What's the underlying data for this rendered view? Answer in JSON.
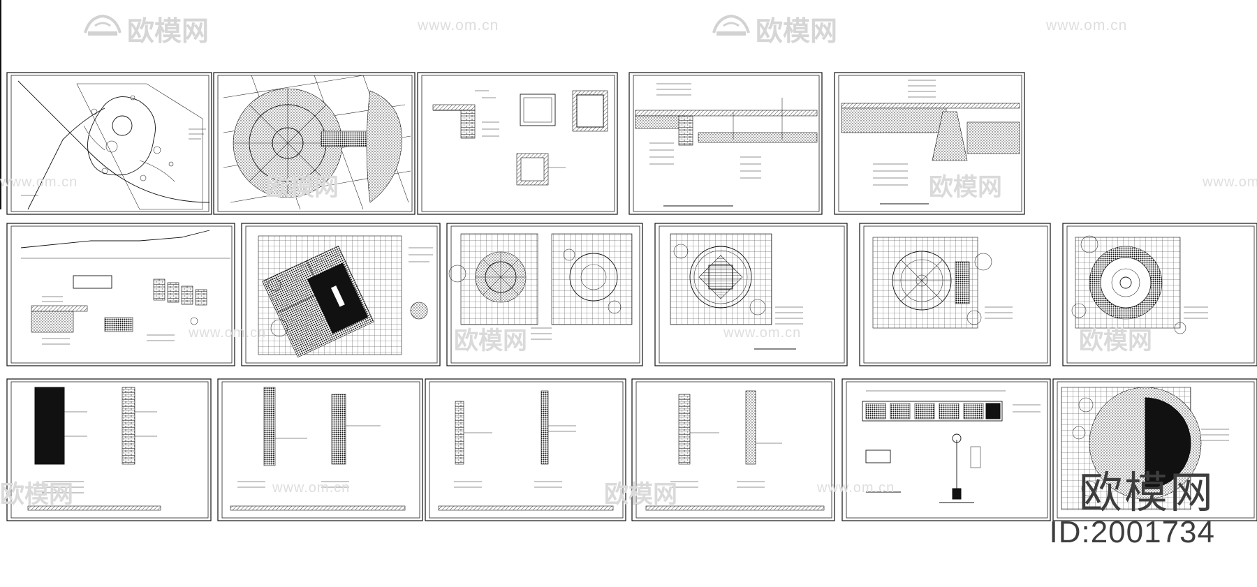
{
  "watermark": {
    "brand": "欧模网",
    "url": "www.om.cn"
  },
  "stamp": {
    "brand": "欧模网",
    "id_label": "ID:2001734"
  },
  "drawing_set": {
    "sheet_count": 17,
    "rows": [
      [
        "site-plan",
        "paving-plan-radial",
        "section-details",
        "edge-section",
        "wall-section"
      ],
      [
        "long-section",
        "plaza-plan-rotated",
        "circle-paving-pair",
        "circle-paving-square",
        "circle-paving-spoke",
        "circle-paving-ring"
      ],
      [
        "column-solid",
        "column-pair",
        "column-lattice",
        "column-brick",
        "lamp-elevation",
        "planter-plan"
      ]
    ]
  }
}
